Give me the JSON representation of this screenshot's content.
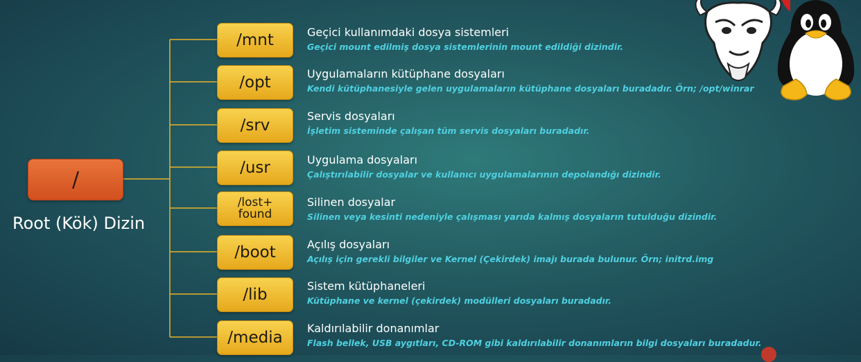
{
  "root": {
    "label": "/",
    "caption": "Root (Kök) Dizin"
  },
  "dirs": [
    {
      "name": "/mnt",
      "title": "Geçici kullanımdaki dosya sistemleri",
      "desc": "Geçici mount edilmiş dosya sistemlerinin mount edildiği dizindir."
    },
    {
      "name": "/opt",
      "title": "Uygulamaların kütüphane dosyaları",
      "desc": "Kendi kütüphanesiyle gelen uygulamaların kütüphane dosyaları buradadır. Örn; /opt/winrar"
    },
    {
      "name": "/srv",
      "title": "Servis dosyaları",
      "desc": "İşletim sisteminde çalışan tüm servis dosyaları buradadır."
    },
    {
      "name": "/usr",
      "title": "Uygulama dosyaları",
      "desc": "Çalıştırılabilir dosyalar ve kullanıcı uygulamalarının depolandığı dizindir."
    },
    {
      "name": "/lost+\nfound",
      "title": "Silinen dosyalar",
      "desc": "Silinen veya kesinti nedeniyle çalışması yarıda kalmış dosyaların tutulduğu dizindir."
    },
    {
      "name": "/boot",
      "title": "Açılış dosyaları",
      "desc": "Açılış için gerekli bilgiler ve Kernel (Çekirdek) imajı burada bulunur. Örn; initrd.img"
    },
    {
      "name": "/lib",
      "title": "Sistem kütüphaneleri",
      "desc": "Kütüphane ve kernel (çekirdek) modülleri dosyaları buradadır."
    },
    {
      "name": "/media",
      "title": "Kaldırılabilir donanımlar",
      "desc": "Flash bellek, USB aygıtları, CD-ROM gibi kaldırılabilir donanımların bilgi dosyaları buradadur."
    }
  ],
  "colors": {
    "connector": "#e8b42a",
    "root_box": "#e0622a",
    "dir_box": "#f0bf32",
    "subtitle": "#4fd0e0"
  },
  "icons": [
    "gnu-logo-icon",
    "tux-penguin-icon"
  ]
}
